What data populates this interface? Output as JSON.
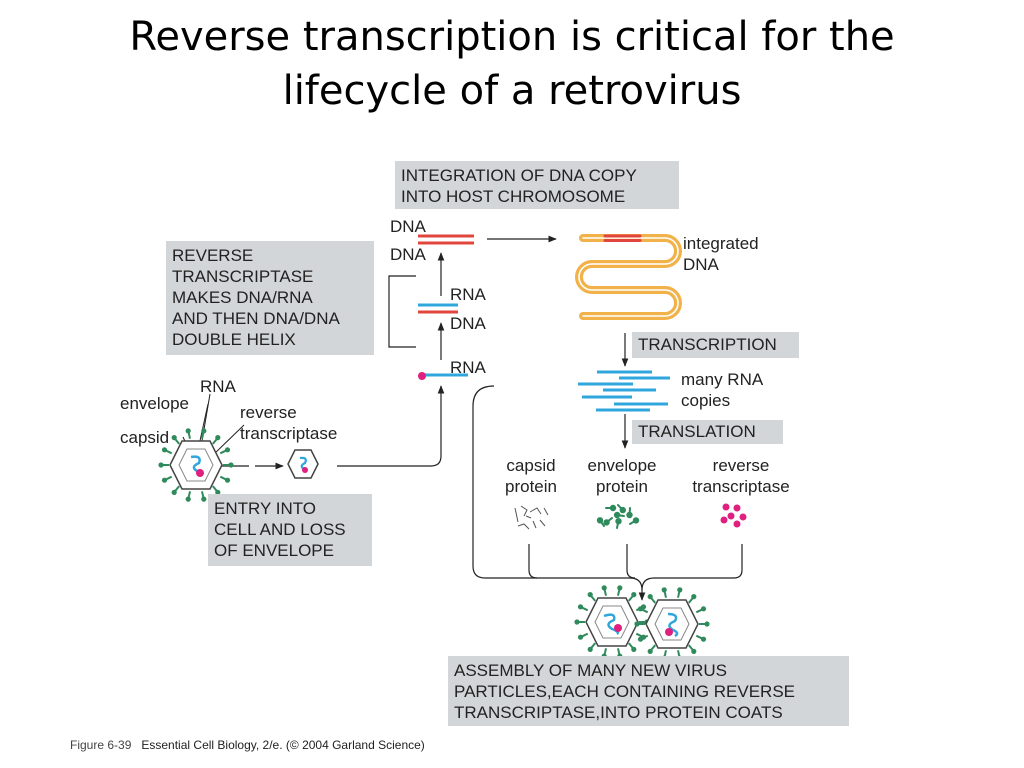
{
  "title_line1": "Reverse transcription is critical for the",
  "title_line2": "lifecycle of a retrovirus",
  "boxes": {
    "integration": "INTEGRATION OF DNA COPY\nINTO HOST CHROMOSOME",
    "reverse_transcriptase": "REVERSE\nTRANSCRIPTASE\nMAKES DNA/RNA\nAND THEN DNA/DNA\nDOUBLE HELIX",
    "transcription": "TRANSCRIPTION",
    "translation": "TRANSLATION",
    "entry": "ENTRY INTO\nCELL AND LOSS\nOF ENVELOPE",
    "assembly": "ASSEMBLY OF MANY NEW VIRUS\nPARTICLES,EACH CONTAINING REVERSE\nTRANSCRIPTASE,INTO PROTEIN COATS"
  },
  "labels": {
    "dna_top": "DNA",
    "dna_bottom": "DNA",
    "rna_hybrid": "RNA",
    "dna_hybrid": "DNA",
    "rna_single": "RNA",
    "integrated_dna": "integrated\nDNA",
    "many_rna_copies": "many RNA\ncopies",
    "virus_rna": "RNA",
    "envelope": "envelope",
    "capsid": "capsid",
    "reverse_transcriptase_virus": "reverse\ntranscriptase",
    "capsid_protein": "capsid\nprotein",
    "envelope_protein": "envelope\nprotein",
    "reverse_transcriptase_protein": "reverse\ntranscriptase"
  },
  "caption": {
    "figure": "Figure 6-39",
    "source": "Essential Cell Biology, 2/e. (© 2004 Garland Science)"
  },
  "colors": {
    "dna": "#e2453c",
    "rna": "#2fa6dc",
    "host_chromosome": "#f2b24a",
    "envelope_protein": "#2f8a5c",
    "reverse_transcriptase": "#e0207e",
    "box_fill": "#d3d6d8"
  }
}
